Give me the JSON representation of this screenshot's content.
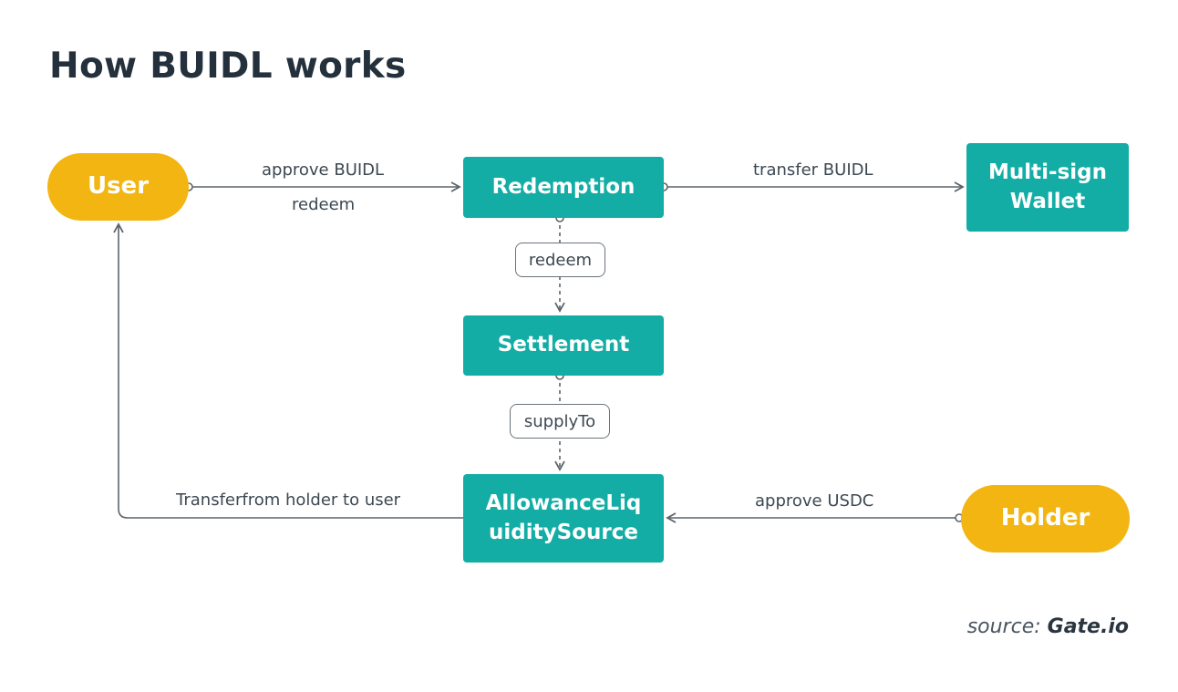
{
  "title": "How BUIDL works",
  "colors": {
    "pill": "#f2b511",
    "box": "#13ada5",
    "line": "#5b646c"
  },
  "nodes": {
    "user": "User",
    "redemption": "Redemption",
    "multisig_line1": "Multi-sign",
    "multisig_line2": "Wallet",
    "settlement": "Settlement",
    "allowance_line1": "AllowanceLiq",
    "allowance_line2": "uiditySource",
    "holder": "Holder"
  },
  "edges": {
    "approve_buidl": "approve BUIDL",
    "redeem_top": "redeem",
    "transfer_buidl": "transfer BUIDL",
    "redeem_mid": "redeem",
    "supply_to": "supplyTo",
    "transferfrom": "Transferfrom holder to user",
    "approve_usdc": "approve USDC"
  },
  "source": {
    "prefix": "source:",
    "name": "Gate.io"
  }
}
